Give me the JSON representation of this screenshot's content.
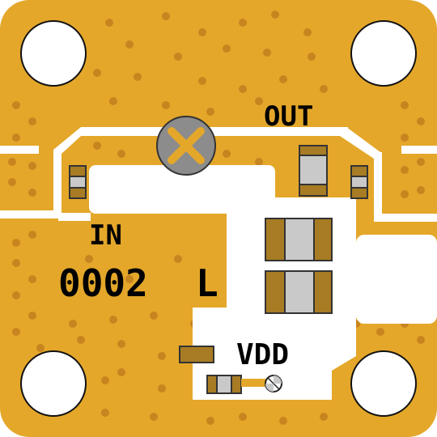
{
  "board": {
    "labels": {
      "out": "OUT",
      "in": "IN",
      "part_number": "0002",
      "variant": "L",
      "vdd": "VDD"
    },
    "colors": {
      "substrate": "#e4a72a",
      "copper": "#ffffff",
      "via": "#c7851f",
      "component_pad": "#a87c24",
      "component_body": "#c9c9c9",
      "component_outline": "#333333",
      "die_marker": "#8c8c8c",
      "silkscreen": "#000000"
    },
    "icons": {
      "mounting_hole": "circle",
      "die_mark": "x-cross",
      "ground_pad": "crossed-circle"
    }
  }
}
